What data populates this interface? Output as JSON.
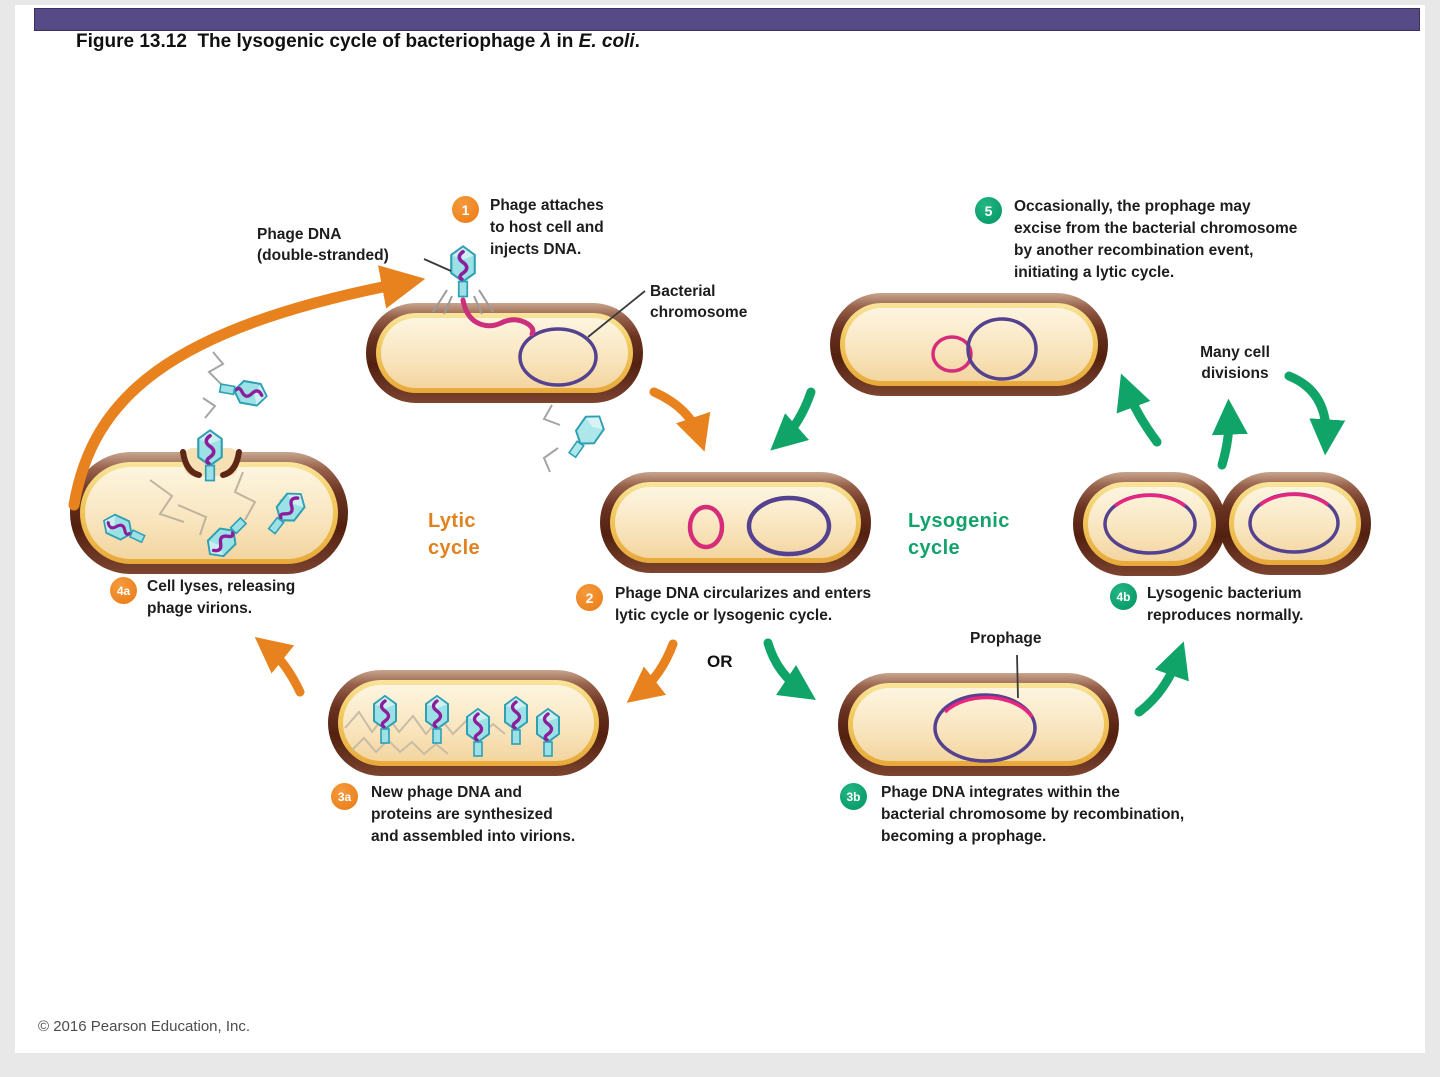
{
  "figure": {
    "title": {
      "prefix": "Figure 13.12  The lysogenic cycle of bacteriophage ",
      "lambda": "λ",
      "mid": " in ",
      "species": "E. coli",
      "suffix": "."
    },
    "copyright": "© 2016 Pearson Education, Inc."
  },
  "cycle_labels": {
    "lytic": "Lytic\ncycle",
    "lysogenic": "Lysogenic\ncycle"
  },
  "connector": "OR",
  "steps": {
    "s1": {
      "num": "1",
      "text": "Phage attaches\nto host cell and\ninjects DNA."
    },
    "s2": {
      "num": "2",
      "text": "Phage DNA circularizes and enters\nlytic cycle or lysogenic cycle."
    },
    "s3a": {
      "num": "3a",
      "text": "New phage DNA and\nproteins are synthesized\nand assembled into virions."
    },
    "s4a": {
      "num": "4a",
      "text": "Cell lyses, releasing\nphage virions."
    },
    "s3b": {
      "num": "3b",
      "text": "Phage DNA integrates within the\nbacterial chromosome by recombination,\nbecoming a prophage."
    },
    "s4b": {
      "num": "4b",
      "text": "Lysogenic bacterium\nreproduces normally."
    },
    "s5": {
      "num": "5",
      "text": "Occasionally, the prophage may\nexcise from the bacterial chromosome\nby another recombination event,\ninitiating a lytic cycle."
    }
  },
  "annotations": {
    "phage_dna": "Phage DNA\n(double-stranded)",
    "bacterial_chromosome": "Bacterial\nchromosome",
    "prophage": "Prophage",
    "many_cell_divisions": "Many cell\ndivisions"
  },
  "palette": {
    "header_purple": "#564a87",
    "lytic_orange": "#e8821e",
    "lysogenic_green": "#10a468",
    "cell_wall_brown": "#5e2715",
    "cell_gold": "#eeb843",
    "cell_interior": "#f9e6c0",
    "chromosome_purple": "#54418f",
    "phage_dna_pink": "#d62d7a",
    "phage_cyan": "#9ce1e6"
  }
}
